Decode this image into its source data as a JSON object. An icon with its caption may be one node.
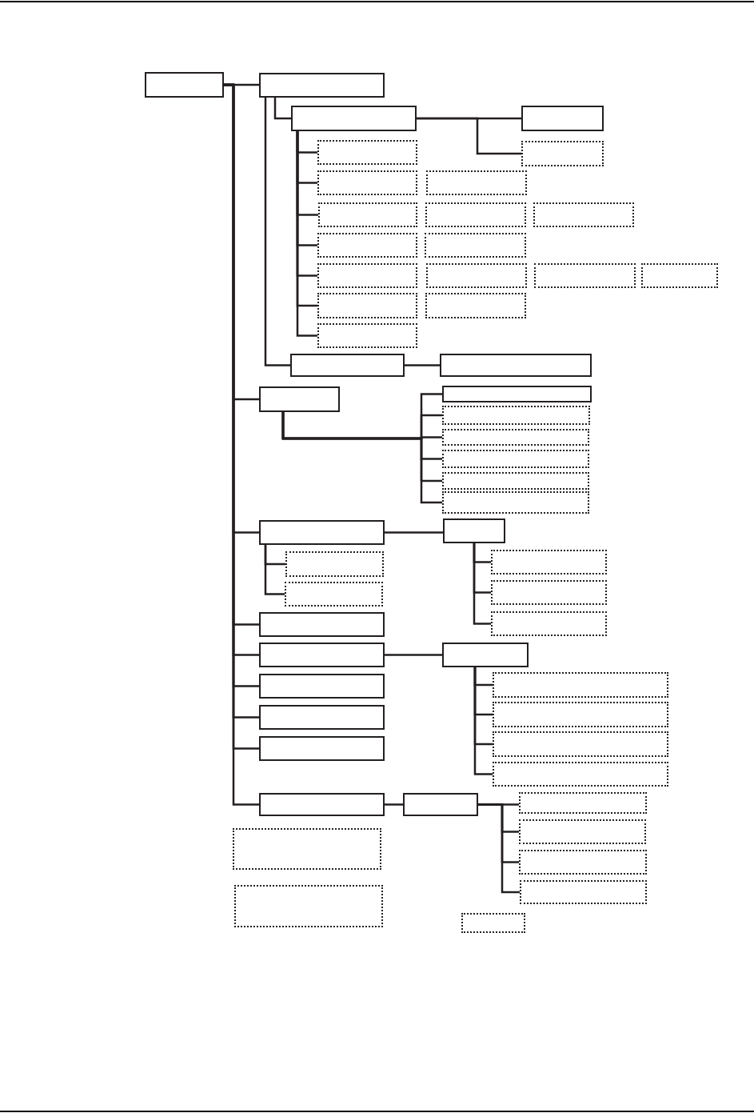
{
  "diagram": {
    "nodes": [
      {
        "text": [],
        "shape": "box"
      },
      {
        "text": [],
        "shape": "box"
      },
      {
        "text": [],
        "shape": "box"
      },
      {
        "text": [],
        "shape": "box"
      },
      {
        "text": [],
        "shape": "box"
      },
      {
        "text": [],
        "shape": "box"
      },
      {
        "text": [],
        "shape": "box"
      },
      {
        "text": [],
        "shape": "box"
      },
      {
        "text": [],
        "shape": "box"
      },
      {
        "text": [],
        "shape": "box"
      },
      {
        "text": [],
        "shape": "box"
      },
      {
        "text": [],
        "shape": "box"
      },
      {
        "text": [],
        "shape": "box"
      },
      {
        "text": [],
        "shape": "box"
      },
      {
        "text": [],
        "shape": "box"
      },
      {
        "text": [],
        "shape": "box"
      },
      {
        "text": [],
        "shape": "box"
      },
      {
        "text": [],
        "shape": "box"
      },
      {
        "text": [],
        "shape": "box"
      },
      {
        "text": [],
        "shape": "box"
      },
      {
        "text": [],
        "shape": "box"
      },
      {
        "text": [],
        "shape": "box"
      },
      {
        "text": [],
        "shape": "box"
      },
      {
        "text": [],
        "shape": "box"
      },
      {
        "text": [],
        "shape": "box"
      },
      {
        "text": [],
        "shape": "box"
      },
      {
        "text": [],
        "shape": "box"
      },
      {
        "text": [],
        "shape": "box"
      },
      {
        "text": [],
        "shape": "box"
      },
      {
        "text": [],
        "shape": "box"
      },
      {
        "text": [],
        "shape": "box"
      },
      {
        "text": [],
        "shape": "box"
      },
      {
        "text": [],
        "shape": "box"
      },
      {
        "text": [],
        "shape": "box"
      },
      {
        "text": [],
        "shape": "box"
      },
      {
        "text": [],
        "shape": "box"
      },
      {
        "text": [],
        "shape": "box"
      },
      {
        "text": [],
        "shape": "box"
      },
      {
        "text": [],
        "shape": "box"
      },
      {
        "text": [],
        "shape": "box"
      },
      {
        "text": [],
        "shape": "box"
      },
      {
        "text": [],
        "shape": "box"
      },
      {
        "text": [],
        "shape": "box"
      },
      {
        "text": [],
        "shape": "box"
      },
      {
        "text": [],
        "shape": "box"
      },
      {
        "text": [],
        "shape": "box"
      },
      {
        "text": [],
        "shape": "box"
      },
      {
        "text": [],
        "shape": "box"
      },
      {
        "text": [],
        "shape": "box"
      },
      {
        "text": [],
        "shape": "box"
      },
      {
        "text": [],
        "shape": "box"
      },
      {
        "text": [],
        "shape": "box"
      },
      {
        "text": [],
        "shape": "box"
      },
      {
        "text": [],
        "shape": "box"
      },
      {
        "text": [],
        "shape": "box"
      }
    ],
    "edges": [
      {
        "from": 0,
        "to": 1,
        "arrow": "none"
      },
      {
        "from": 0,
        "to": 22,
        "arrow": "none"
      },
      {
        "from": 0,
        "to": 29,
        "arrow": "none"
      },
      {
        "from": 0,
        "to": 36,
        "arrow": "none"
      },
      {
        "from": 0,
        "to": 37,
        "arrow": "none"
      },
      {
        "from": 0,
        "to": 43,
        "arrow": "none"
      },
      {
        "from": 0,
        "to": 44,
        "arrow": "none"
      },
      {
        "from": 0,
        "to": 45,
        "arrow": "none"
      },
      {
        "from": 0,
        "to": 46,
        "arrow": "none"
      },
      {
        "from": 1,
        "to": 2,
        "arrow": "none"
      },
      {
        "from": 1,
        "to": 20,
        "arrow": "none"
      },
      {
        "from": 2,
        "to": 3,
        "arrow": "none"
      },
      {
        "from": 2,
        "to": 4,
        "arrow": "none"
      },
      {
        "from": 2,
        "to": 5,
        "arrow": "none"
      },
      {
        "from": 2,
        "to": 6,
        "arrow": "none"
      },
      {
        "from": 2,
        "to": 8,
        "arrow": "none"
      },
      {
        "from": 2,
        "to": 11,
        "arrow": "none"
      },
      {
        "from": 2,
        "to": 13,
        "arrow": "none"
      },
      {
        "from": 2,
        "to": 17,
        "arrow": "none"
      },
      {
        "from": 2,
        "to": 19,
        "arrow": "none"
      },
      {
        "from": 20,
        "to": 21,
        "arrow": "none"
      },
      {
        "from": 22,
        "to": 23,
        "arrow": "none"
      },
      {
        "from": 22,
        "to": 24,
        "arrow": "none"
      },
      {
        "from": 22,
        "to": 25,
        "arrow": "none"
      },
      {
        "from": 22,
        "to": 26,
        "arrow": "none"
      },
      {
        "from": 22,
        "to": 27,
        "arrow": "none"
      },
      {
        "from": 22,
        "to": 28,
        "arrow": "none"
      },
      {
        "from": 29,
        "to": 30,
        "arrow": "none"
      },
      {
        "from": 29,
        "to": 31,
        "arrow": "none"
      },
      {
        "from": 29,
        "to": 32,
        "arrow": "none"
      },
      {
        "from": 32,
        "to": 33,
        "arrow": "none"
      },
      {
        "from": 32,
        "to": 34,
        "arrow": "none"
      },
      {
        "from": 32,
        "to": 35,
        "arrow": "none"
      },
      {
        "from": 37,
        "to": 38,
        "arrow": "none"
      },
      {
        "from": 38,
        "to": 39,
        "arrow": "none"
      },
      {
        "from": 38,
        "to": 40,
        "arrow": "none"
      },
      {
        "from": 38,
        "to": 41,
        "arrow": "none"
      },
      {
        "from": 38,
        "to": 42,
        "arrow": "none"
      },
      {
        "from": 46,
        "to": 47,
        "arrow": "none"
      },
      {
        "from": 47,
        "to": 48,
        "arrow": "none"
      },
      {
        "from": 47,
        "to": 49,
        "arrow": "none"
      },
      {
        "from": 47,
        "to": 50,
        "arrow": "none"
      },
      {
        "from": 47,
        "to": 51,
        "arrow": "none"
      }
    ]
  }
}
